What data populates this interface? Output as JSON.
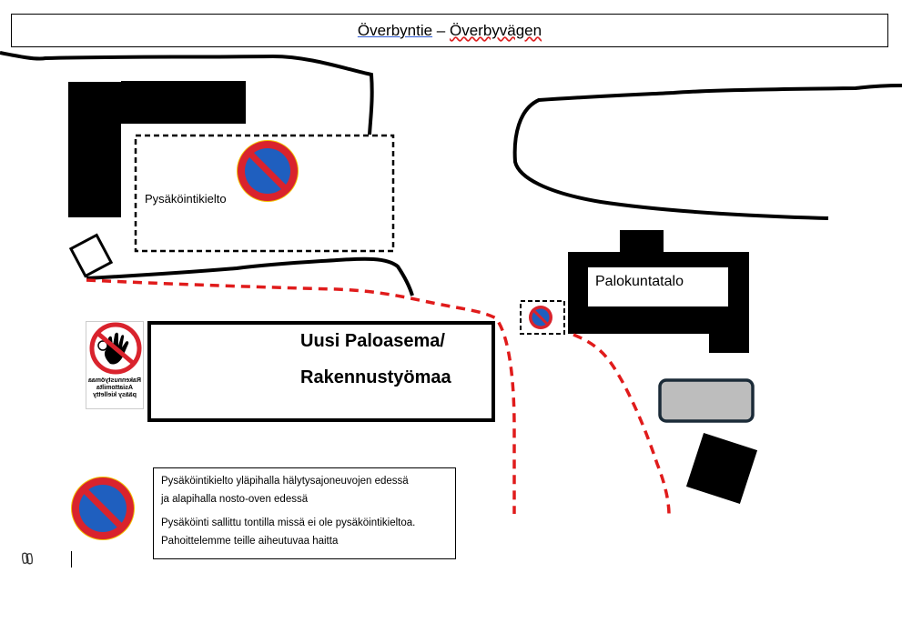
{
  "title": {
    "part1": "Överbyntie",
    "separator": " – ",
    "part2": "Överbyvägen"
  },
  "zone": {
    "label": "Pysäköintikielto"
  },
  "fire_house": {
    "label": "Palokuntatalo"
  },
  "construction_site": {
    "line1": "Uusi Paloasema/",
    "line2": "Rakennustyömaa"
  },
  "sign_card": {
    "text": "Rakennustyömaa Asiattomilta pääsy kielletty"
  },
  "notice": {
    "line1": "Pysäköintikielto yläpihalla hälytysajoneuvojen edessä",
    "line2": "ja alapihalla nosto-oven edessä",
    "line3": "Pysäköinti sallittu tontilla missä ei ole pysäköintikieltoa.",
    "line4": "Pahoittelemme teille aiheutuvaa haitta"
  },
  "colors": {
    "route": "#e01b1b",
    "sign_ring": "#d9232d",
    "sign_fill": "#1f5fbf",
    "sign_outline": "#f2c200",
    "vehicle_fill": "#bdbdbd",
    "vehicle_border": "#1b2b38"
  },
  "icons": [
    "no-parking-sign-icon",
    "no-entry-hand-sign-icon",
    "copilot-icon"
  ]
}
